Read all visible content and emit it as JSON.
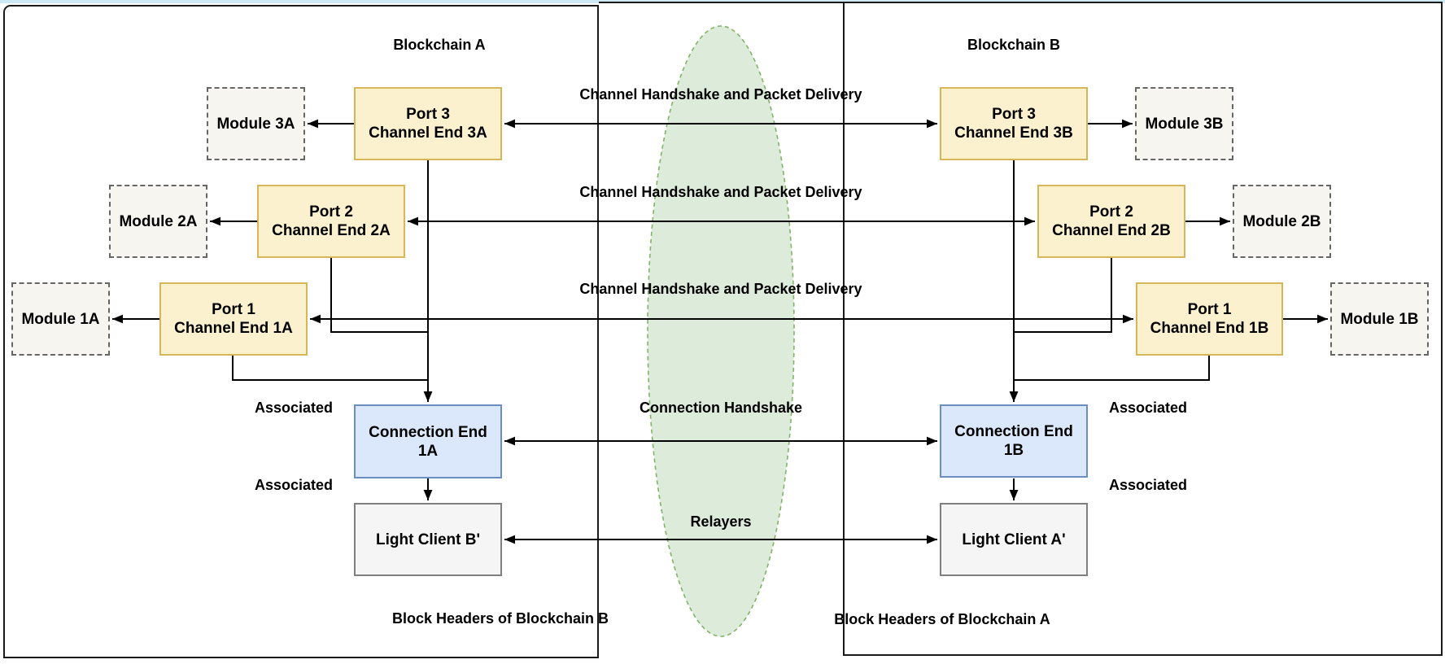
{
  "colors": {
    "topbar": "#cde9f6",
    "frame": "#1a1a1a",
    "yellow-fill": "#fbf1cf",
    "yellow-stroke": "#d6b656",
    "blue-fill": "#dbe8fb",
    "blue-stroke": "#6c8ebf",
    "gray-fill": "#f5f5f5",
    "gray-stroke": "#7f7f7f",
    "module-fill": "#f6f5ef",
    "module-stroke": "#666666",
    "green-fill": "#d9e9d6",
    "green-stroke": "#82b366",
    "line": "#000000"
  },
  "left_panel": {
    "title": "Blockchain A",
    "footer": "Block Headers of Blockchain B"
  },
  "right_panel": {
    "title": "Blockchain B",
    "footer": "Block Headers of Blockchain A"
  },
  "labels": {
    "channel": "Channel Handshake and Packet Delivery",
    "connection": "Connection Handshake",
    "relayers": "Relayers",
    "associated": "Associated"
  },
  "nodes": {
    "module_3a": {
      "label": "Module 3A"
    },
    "port_3a": {
      "title": "Port 3",
      "subtitle": "Channel End 3A"
    },
    "module_2a": {
      "label": "Module 2A"
    },
    "port_2a": {
      "title": "Port 2",
      "subtitle": "Channel End 2A"
    },
    "module_1a": {
      "label": "Module 1A"
    },
    "port_1a": {
      "title": "Port 1",
      "subtitle": "Channel End 1A"
    },
    "connection_1a": {
      "title": "Connection End",
      "subtitle": "1A"
    },
    "light_client_b": {
      "label": "Light Client B'"
    },
    "port_3b": {
      "title": "Port 3",
      "subtitle": "Channel End 3B"
    },
    "module_3b": {
      "label": "Module 3B"
    },
    "port_2b": {
      "title": "Port 2",
      "subtitle": "Channel End 2B"
    },
    "module_2b": {
      "label": "Module 2B"
    },
    "port_1b": {
      "title": "Port 1",
      "subtitle": "Channel End 1B"
    },
    "module_1b": {
      "label": "Module 1B"
    },
    "connection_1b": {
      "title": "Connection End",
      "subtitle": "1B"
    },
    "light_client_a": {
      "label": "Light Client A'"
    }
  }
}
